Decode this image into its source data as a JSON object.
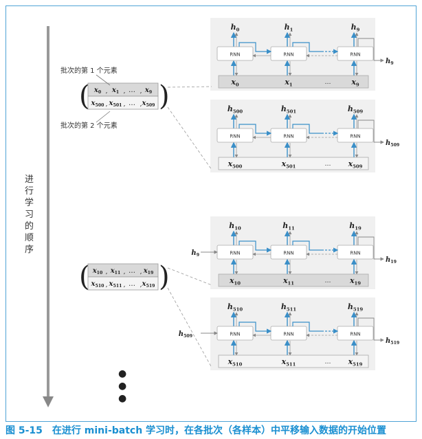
{
  "caption": {
    "number": "图 5-15",
    "text": "在进行 mini-batch 学习时，在各批次（各样本）中平移输入数据的开始位置"
  },
  "side_label": "进行学习的顺序",
  "batch_labels": {
    "first": "批次的第 1 个元素",
    "second": "批次的第 2 个元素"
  },
  "rnn_label": "RNN",
  "ellipsis": "…",
  "groups": [
    {
      "id": "top-batch",
      "rows": [
        {
          "inputs": [
            "x0",
            "x1",
            "…",
            "x9"
          ],
          "outputs": [
            "h0",
            "h1",
            "h9"
          ],
          "xs": [
            "x0",
            "x1",
            "x9"
          ],
          "in_state": "",
          "out_state": "h9"
        },
        {
          "inputs": [
            "x500",
            "x501",
            "…",
            "x509"
          ],
          "outputs": [
            "h500",
            "h501",
            "h509"
          ],
          "xs": [
            "x500",
            "x501",
            "x509"
          ],
          "in_state": "",
          "out_state": "h509"
        }
      ]
    },
    {
      "id": "bottom-batch",
      "rows": [
        {
          "inputs": [
            "x10",
            "x11",
            "…",
            "x19"
          ],
          "outputs": [
            "h10",
            "h11",
            "h19"
          ],
          "xs": [
            "x10",
            "x11",
            "x19"
          ],
          "in_state": "h9",
          "out_state": "h19"
        },
        {
          "inputs": [
            "x510",
            "x511",
            "…",
            "x519"
          ],
          "outputs": [
            "h510",
            "h511",
            "h519"
          ],
          "xs": [
            "x510",
            "x511",
            "x519"
          ],
          "in_state": "h509",
          "out_state": "h519"
        }
      ]
    }
  ],
  "continuation": "⋮",
  "colors": {
    "accent": "#1a8fd1",
    "arrow_blue": "#3a8fc8",
    "panel": "#f0f0f0",
    "bar": "#d9d9d9"
  }
}
